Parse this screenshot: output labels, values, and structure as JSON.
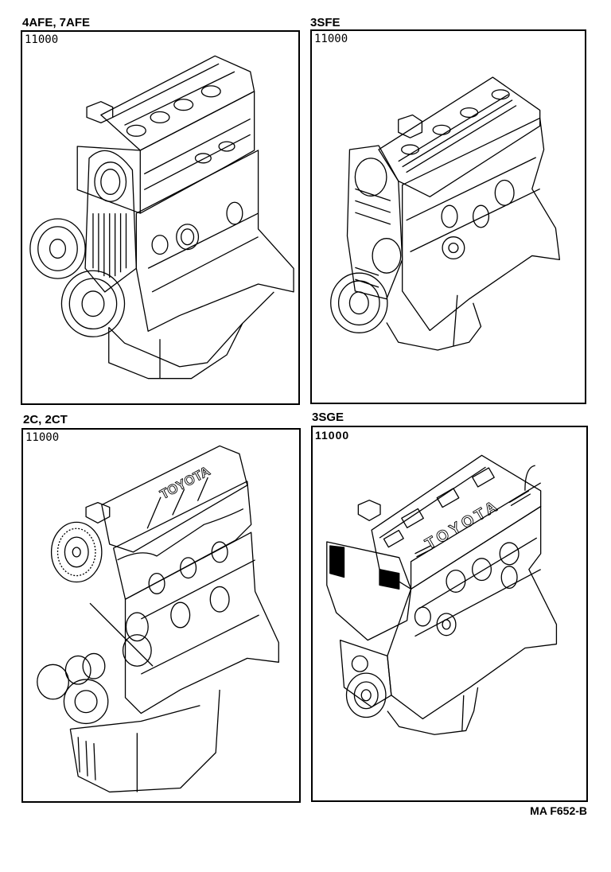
{
  "panels": [
    {
      "engine_label": "4AFE, 7AFE",
      "part_number": "11000",
      "illustration": "engine-assembly-4afe-7afe"
    },
    {
      "engine_label": "3SFE",
      "part_number": "11000",
      "illustration": "engine-assembly-3sfe"
    },
    {
      "engine_label": "2C, 2CT",
      "part_number": "11000",
      "illustration": "engine-assembly-2c-2ct",
      "cover_text": "TOYOTA"
    },
    {
      "engine_label": "3SGE",
      "part_number": "11000",
      "illustration": "engine-assembly-3sge",
      "cover_text": "TOYOTA"
    }
  ],
  "figure_code": "MA F652-B",
  "colors": {
    "line": "#000000",
    "background": "#ffffff"
  }
}
